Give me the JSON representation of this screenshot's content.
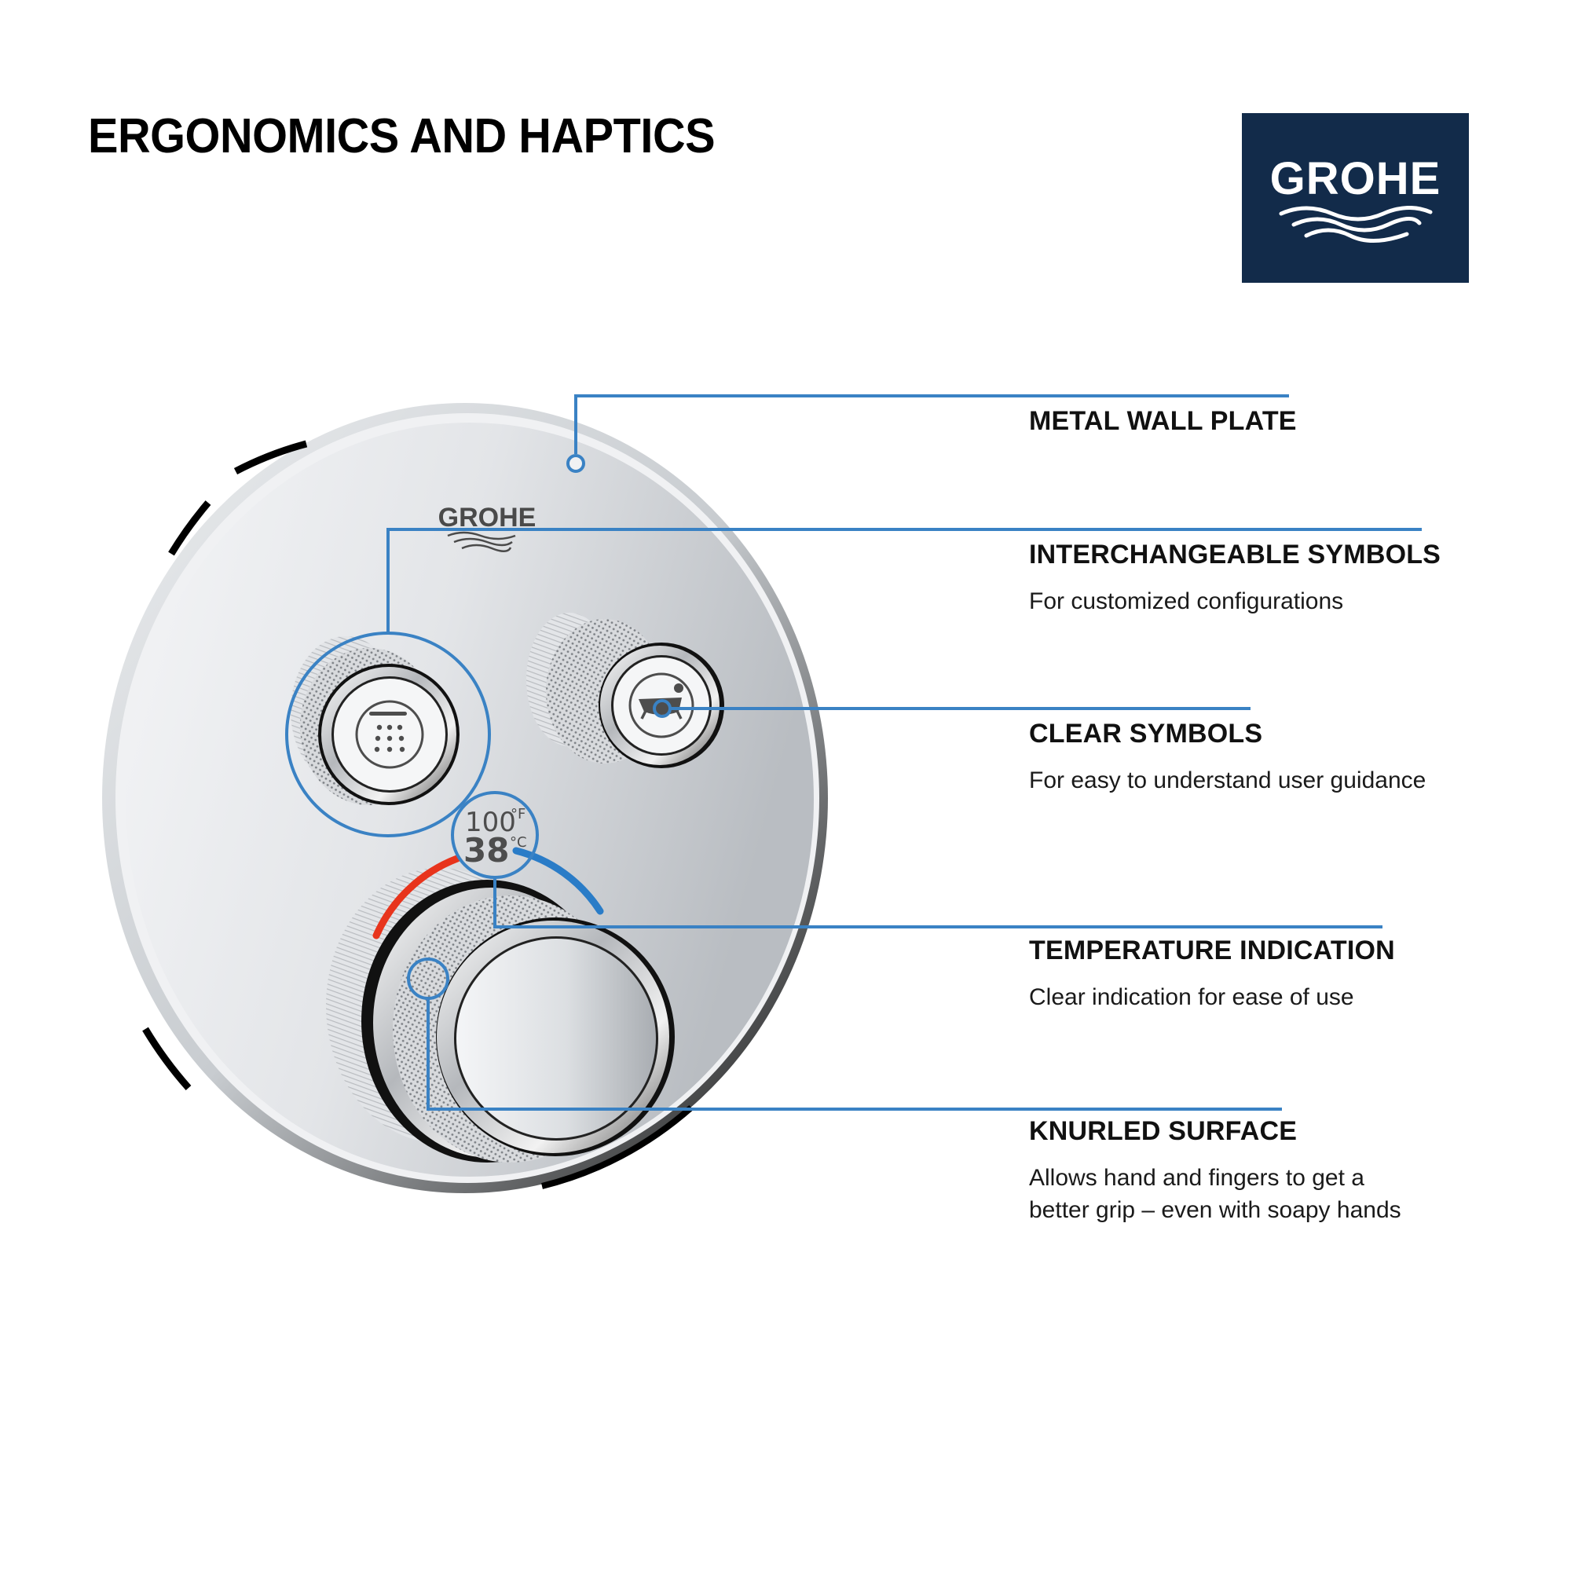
{
  "header": {
    "title": "ERGONOMICS AND HAPTICS",
    "brand_logo": {
      "text": "GROHE",
      "icon": "waves-icon",
      "background": "#122b4a"
    }
  },
  "product": {
    "plate_brand": "GROHE",
    "temperature_display": {
      "fahrenheit_value": "100",
      "fahrenheit_unit": "°F",
      "celsius_value": "38",
      "celsius_unit": "°C"
    },
    "buttons": [
      {
        "name": "shower",
        "icon": "shower-head-icon"
      },
      {
        "name": "bathtub",
        "icon": "bathtub-icon"
      }
    ],
    "colors": {
      "callout": "#3a82c4",
      "hot_indicator": "#e8341c",
      "cold_indicator": "#2a7cc7"
    }
  },
  "features": [
    {
      "title": "METAL WALL PLATE",
      "description": []
    },
    {
      "title": "INTERCHANGEABLE SYMBOLS",
      "description": [
        "For customized configurations"
      ]
    },
    {
      "title": "CLEAR SYMBOLS",
      "description": [
        "For easy to understand user guidance"
      ]
    },
    {
      "title": "TEMPERATURE INDICATION",
      "description": [
        "Clear indication for ease of use"
      ]
    },
    {
      "title": "KNURLED SURFACE",
      "description": [
        "Allows hand and fingers to get a",
        "better grip – even with soapy hands"
      ]
    }
  ]
}
